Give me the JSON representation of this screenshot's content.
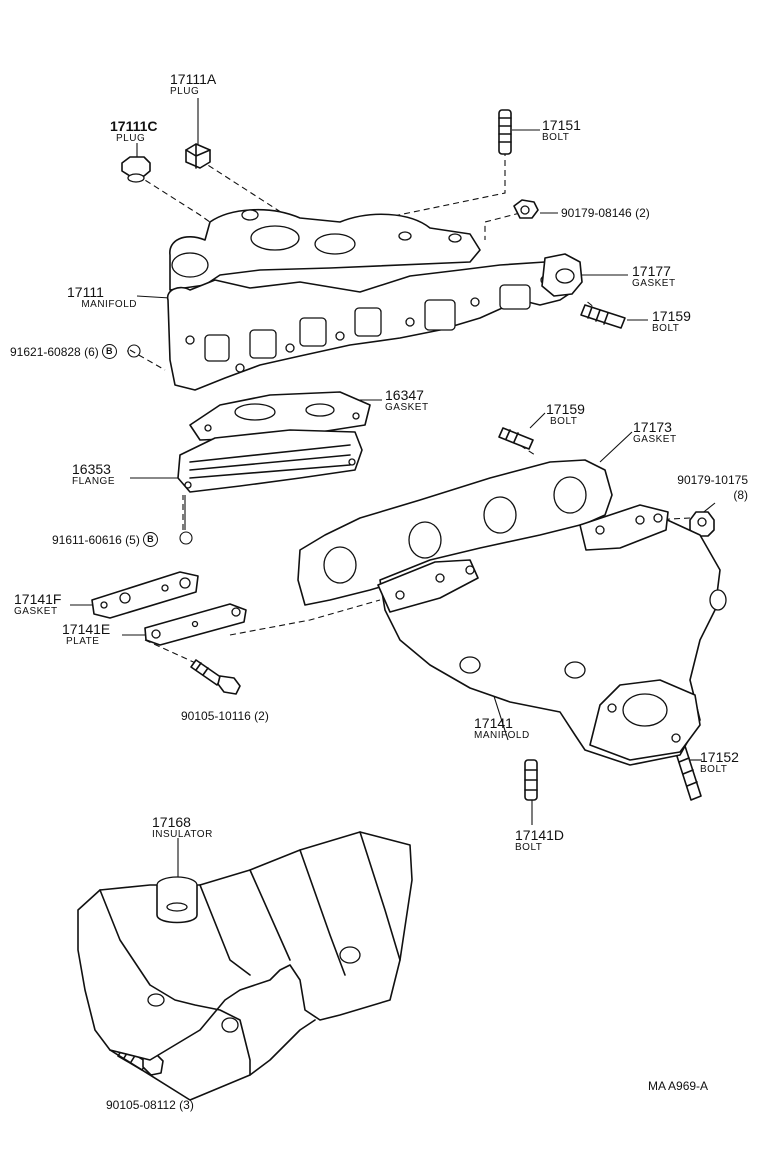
{
  "parts": [
    {
      "id": "p_17111A",
      "num": "17111A",
      "name": "PLUG"
    },
    {
      "id": "p_17111C",
      "num": "17111C",
      "name": "PLUG"
    },
    {
      "id": "p_17151",
      "num": "17151",
      "name": "BOLT"
    },
    {
      "id": "p_90179_08146",
      "num": "90179-08146 (2)",
      "name": ""
    },
    {
      "id": "p_17111",
      "num": "17111",
      "name": "MANIFOLD"
    },
    {
      "id": "p_17177",
      "num": "17177",
      "name": "GASKET"
    },
    {
      "id": "p_17159a",
      "num": "17159",
      "name": "BOLT"
    },
    {
      "id": "p_91621",
      "num": "91621-60828 (6)",
      "name": "",
      "ref": "B"
    },
    {
      "id": "p_16347",
      "num": "16347",
      "name": "GASKET"
    },
    {
      "id": "p_17159b",
      "num": "17159",
      "name": "BOLT"
    },
    {
      "id": "p_17173",
      "num": "17173",
      "name": "GASKET"
    },
    {
      "id": "p_16353",
      "num": "16353",
      "name": "FLANGE"
    },
    {
      "id": "p_90179_10175",
      "num": "90179-10175",
      "name": "(8)"
    },
    {
      "id": "p_91611",
      "num": "91611-60616 (5)",
      "name": "",
      "ref": "B"
    },
    {
      "id": "p_17141F",
      "num": "17141F",
      "name": "GASKET"
    },
    {
      "id": "p_17141E",
      "num": "17141E",
      "name": "PLATE"
    },
    {
      "id": "p_90105_10116",
      "num": "90105-10116 (2)",
      "name": ""
    },
    {
      "id": "p_17141",
      "num": "17141",
      "name": "MANIFOLD"
    },
    {
      "id": "p_17152",
      "num": "17152",
      "name": "BOLT"
    },
    {
      "id": "p_17141D",
      "num": "17141D",
      "name": "BOLT"
    },
    {
      "id": "p_17168",
      "num": "17168",
      "name": "INSULATOR"
    },
    {
      "id": "p_90105_08112",
      "num": "90105-08112 (3)",
      "name": ""
    }
  ],
  "diagram_code": "MA A969-A"
}
